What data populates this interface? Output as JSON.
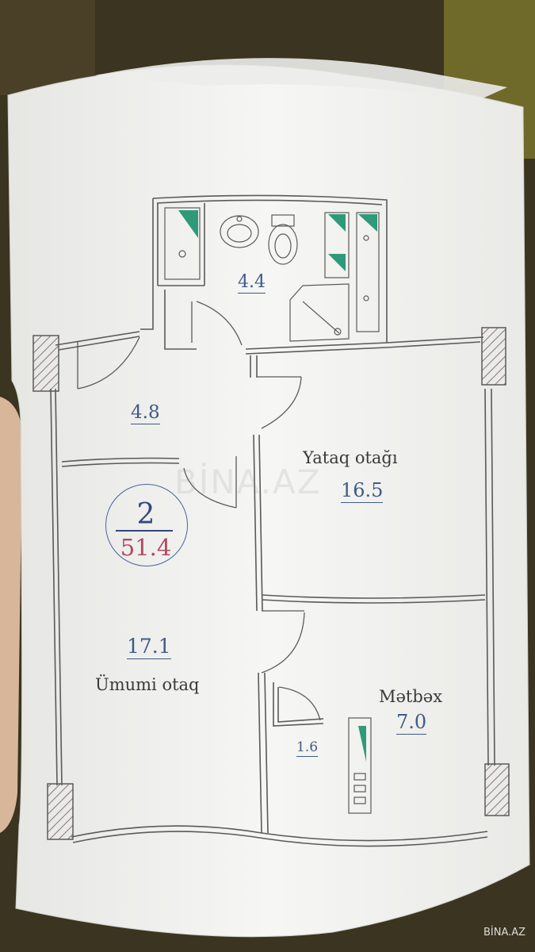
{
  "plan": {
    "rooms_count": "2",
    "total_area": "51.4",
    "watermark": "BİNA.AZ",
    "credit": "BİNA.AZ"
  },
  "rooms": {
    "bathroom": {
      "area": "4.4"
    },
    "hallway": {
      "area": "4.8"
    },
    "bedroom": {
      "name": "Yataq otağı",
      "area": "16.5"
    },
    "living_room": {
      "name": "Ümumi otaq",
      "area": "17.1"
    },
    "kitchen": {
      "name": "Mətbəx",
      "area": "7.0"
    },
    "storage": {
      "area": "1.6"
    }
  },
  "colors": {
    "paper": "#f3f3f1",
    "wall": "#5a5a5a",
    "fixture_accent": "#2e9a7a",
    "area_text": "#3f5b86",
    "total_text": "#b04a60"
  }
}
